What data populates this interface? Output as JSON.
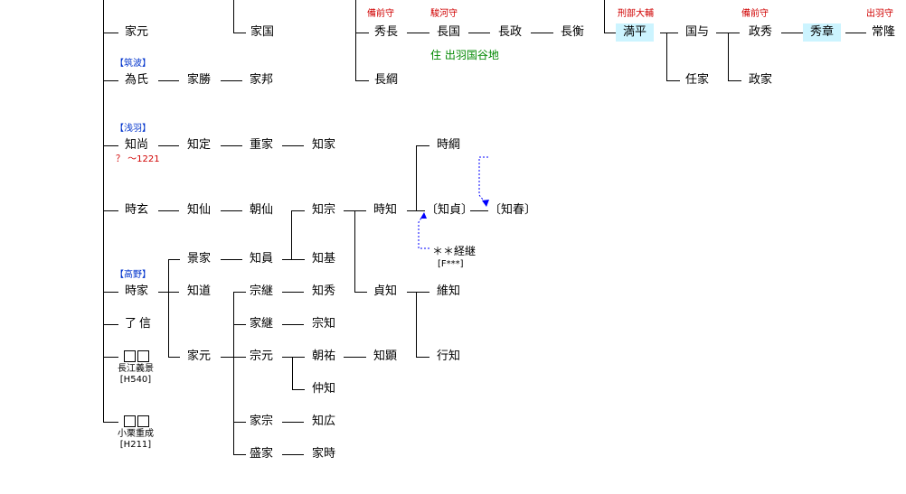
{
  "names": {
    "iemoto1": "家元",
    "iekuni": "家国",
    "hidenaga": "秀長",
    "nagakuni": "長国",
    "nagamasa": "長政",
    "nagahira": "長衡",
    "mitsuhira": "満平",
    "kuniyo": "国与",
    "masahide": "政秀",
    "hideaki": "秀章",
    "tsunetaka": "常隆",
    "nagatsuna": "長綱",
    "ninie": "任家",
    "masaie": "政家",
    "tameuji": "為氏",
    "iekatsu": "家勝",
    "iekuni2": "家邦",
    "tomohisa": "知尚",
    "tomosada": "知定",
    "shigeie": "重家",
    "tomoie": "知家",
    "tokitsuna": "時綱",
    "tokigen": "時玄",
    "chisen": "知仙",
    "asasen": "朝仙",
    "tomomune": "知宗",
    "tokitomo": "時知",
    "tomosada2": "〔知貞〕",
    "tomoharu": "〔知春〕",
    "kageie": "景家",
    "tomokazu": "知員",
    "tomomoto": "知基",
    "tokiie": "時家",
    "tomomichi": "知道",
    "munetsugu": "宗継",
    "tomohide": "知秀",
    "sadatomo": "貞知",
    "koretomo": "維知",
    "ryoshin": "了信",
    "ietsugu": "家継",
    "munetomo": "宗知",
    "iemoto2": "家元",
    "munemoto": "宗元",
    "asasuke": "朝祐",
    "tomoaki": "知顕",
    "yukitomo": "行知",
    "nakatomo": "仲知",
    "iemune": "家宗",
    "tomohiro": "知広",
    "moriie": "盛家",
    "ietoki": "家時"
  },
  "titles": {
    "bizen1": "備前守",
    "suruga": "駿河守",
    "gyobu": "刑部大輔",
    "bizen2": "備前守",
    "dewa": "出羽守"
  },
  "clans": {
    "tsukuba": "【筑波】",
    "asaba": "【浅羽】",
    "takano": "【高野】"
  },
  "notes": {
    "residence": "住 出羽国谷地",
    "dates": "？ ～1221",
    "inherit": "＊＊経継",
    "inherit_ref": "[F***]",
    "n1_name": "長江義景",
    "n1_ref": "[H540]",
    "n2_name": "小栗重成",
    "n2_ref": "[H211]"
  },
  "colors": {
    "title": "#d00000",
    "clan": "#0033cc",
    "note": "#008800",
    "highlight": "#ccf4ff",
    "arrow": "#0000ff"
  }
}
